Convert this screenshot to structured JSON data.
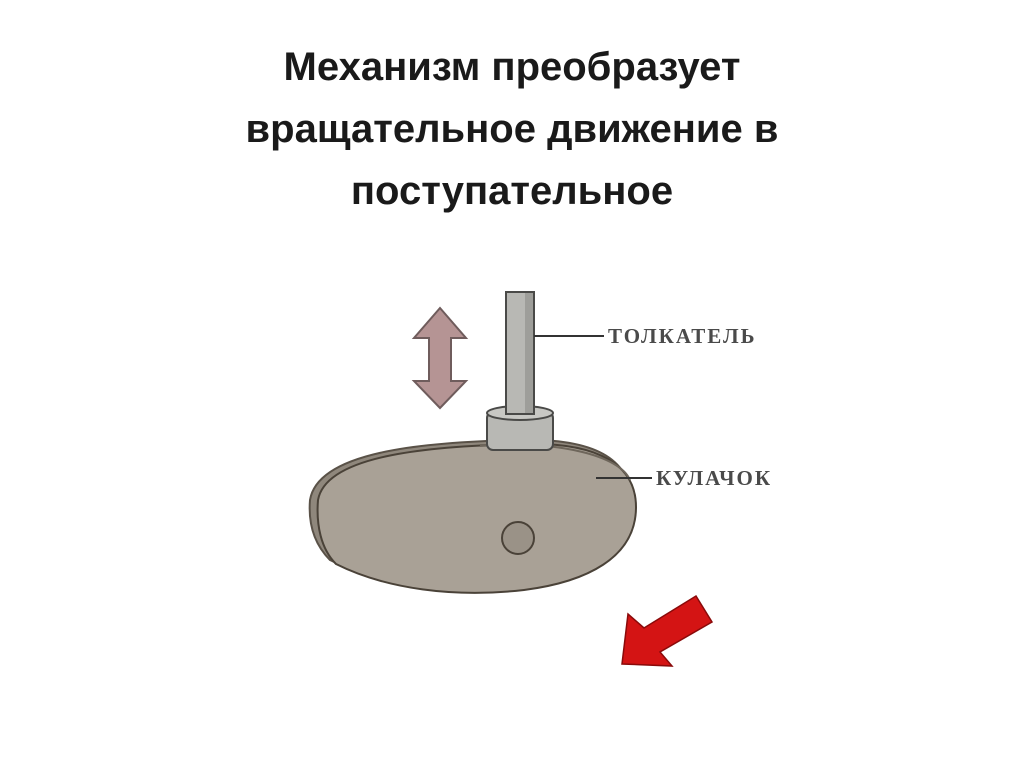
{
  "title": {
    "line1": "Механизм преобразует",
    "line2": "вращательное движение в",
    "line3": "поступательное"
  },
  "diagram": {
    "follower_label": "ТОЛКАТЕЛЬ",
    "cam_label": "КУЛАЧОК",
    "colors": {
      "cam_fill": "#a9a196",
      "cam_edge": "#8f877c",
      "follower_fill": "#b8b8b4",
      "arrow_updown": "#b59494",
      "arrow_rotation": "#d41414"
    }
  }
}
